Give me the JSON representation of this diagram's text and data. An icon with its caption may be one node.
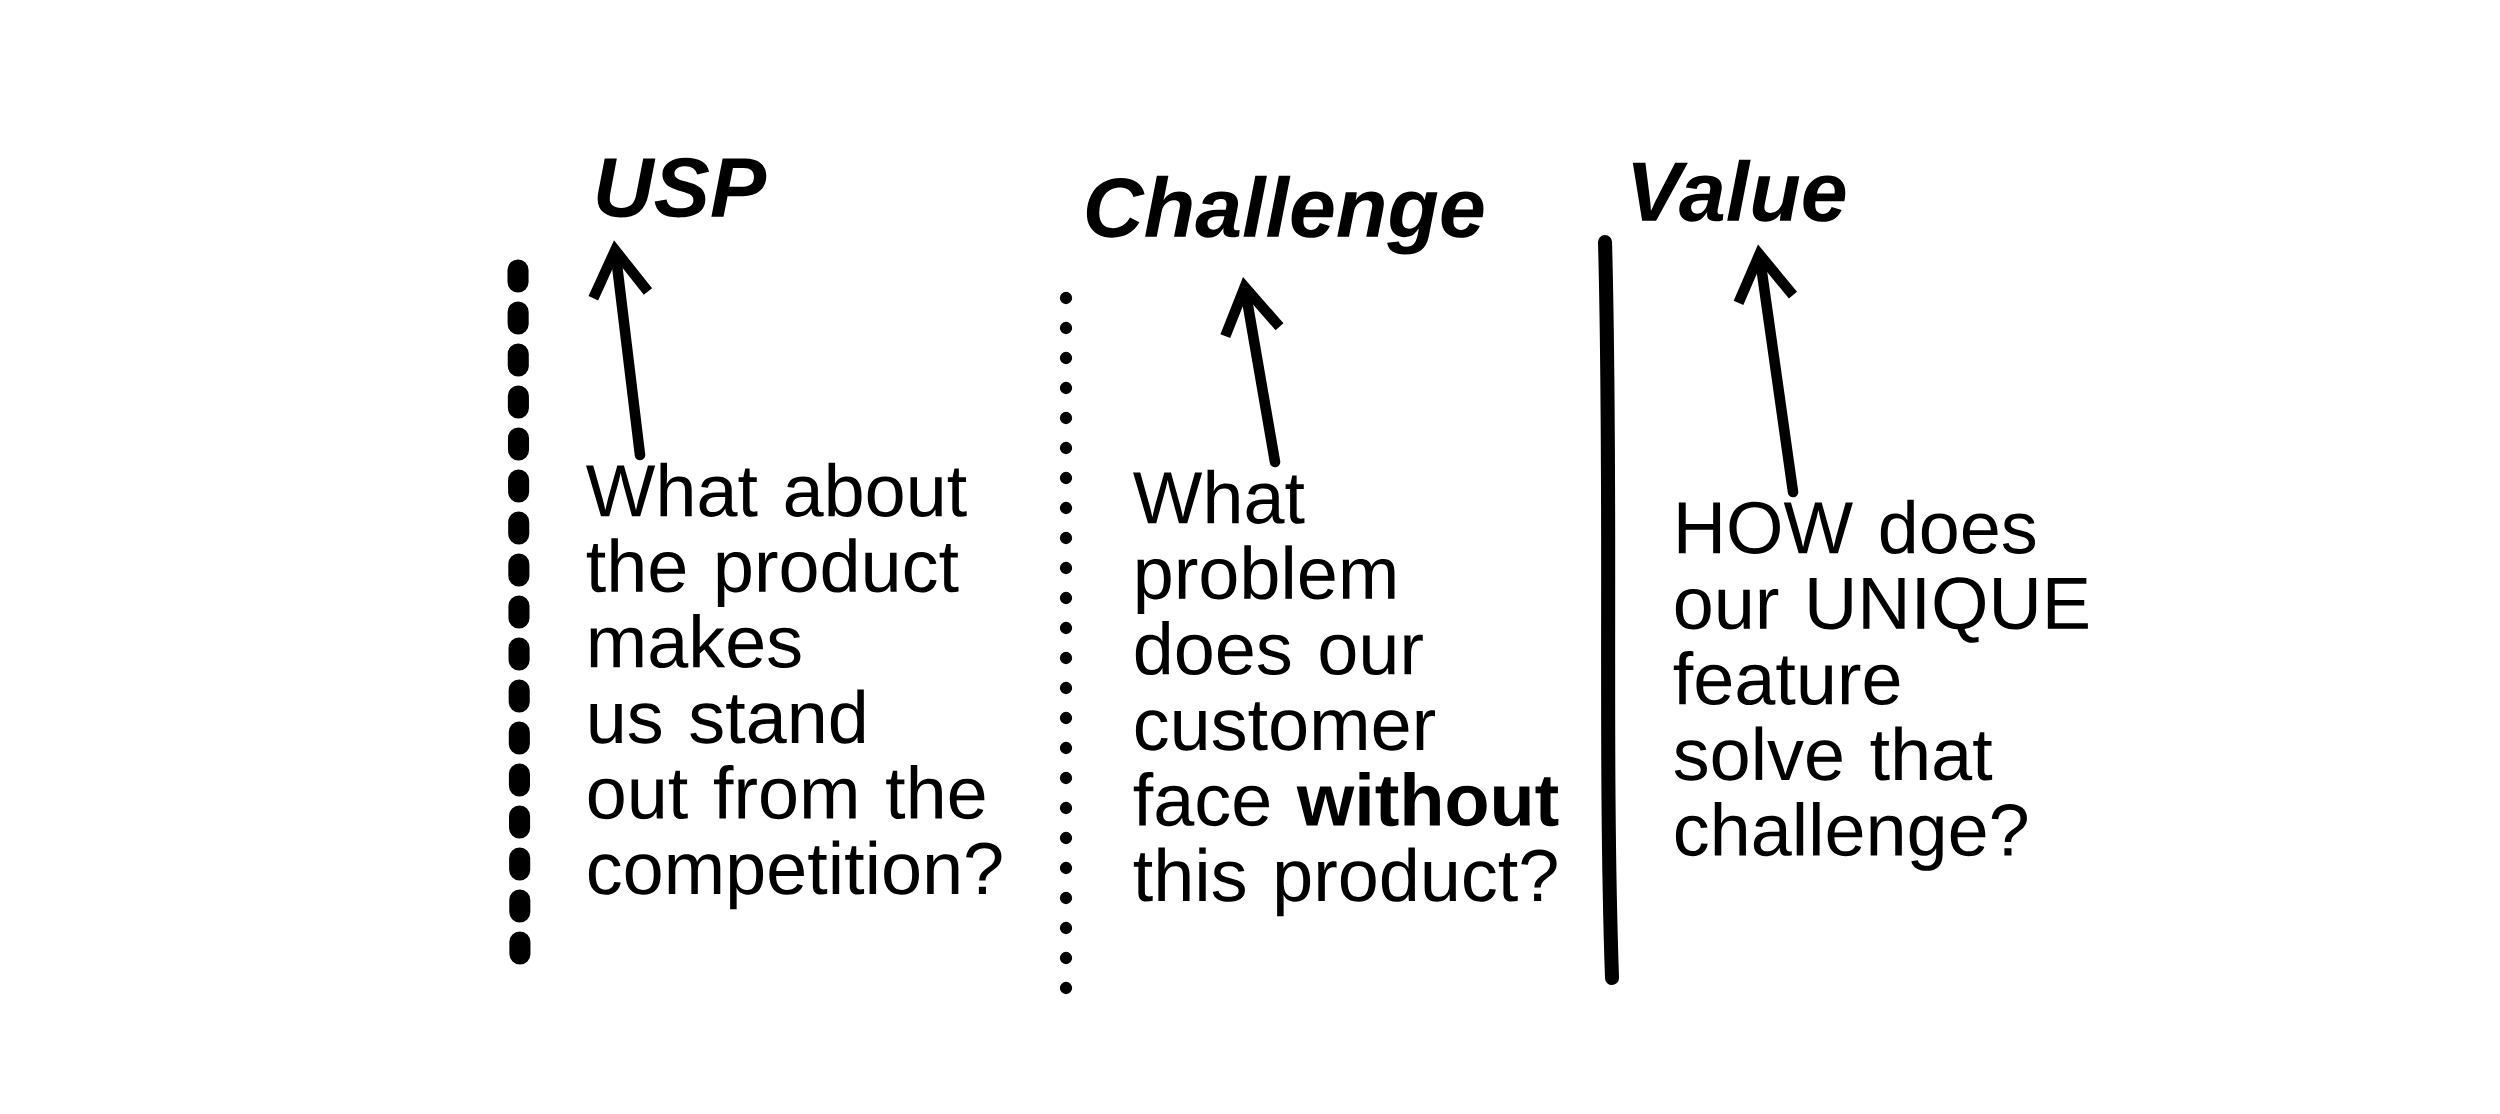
{
  "diagram": {
    "nodes": [
      {
        "text": [
          "USP"
        ]
      },
      {
        "text": [
          "Challenge"
        ]
      },
      {
        "text": [
          "Value"
        ]
      },
      {
        "text": [
          "What about the product makes us stand out from the competition?"
        ]
      },
      {
        "text": [
          "What problem does our customer face **without** this product?"
        ]
      },
      {
        "text": [
          "HOW does our UNIQUE feature solve that challenge?"
        ]
      }
    ],
    "edges": [
      {
        "from": 3,
        "to": 0,
        "arrow": "to"
      },
      {
        "from": 4,
        "to": 1,
        "arrow": "to"
      },
      {
        "from": 5,
        "to": 2,
        "arrow": "to"
      }
    ]
  }
}
